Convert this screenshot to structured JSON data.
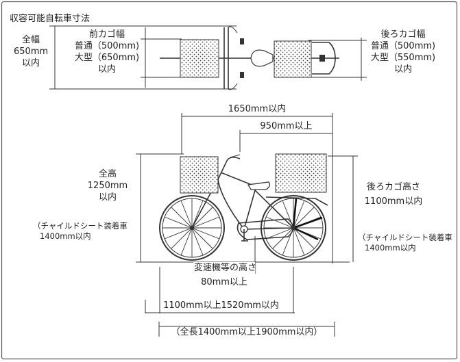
{
  "title": "収容可能自転車寸法",
  "top_view": {
    "full_width": {
      "label": "全幅",
      "value": "650mm",
      "suffix": "以内"
    },
    "front_basket": {
      "title": "前カゴ幅",
      "standard": "普通（500mm)",
      "large": "大型（650mm)",
      "suffix": "以内"
    },
    "rear_basket": {
      "title": "後ろカゴ幅",
      "standard": "普通（500mm)",
      "large": "大型（550mm)",
      "suffix": "以内"
    }
  },
  "side_view": {
    "wheelbase_max": "1650mm以内",
    "rear_reach_min": "950mm以上",
    "total_height": {
      "label": "全高",
      "value": "1250mm",
      "suffix": "以内"
    },
    "child_seat_left": {
      "label": "（チャイルドシート装着車",
      "value": "1400mm以内"
    },
    "rear_basket_height": {
      "label": "後ろカゴ高さ",
      "value": "1100mm以内"
    },
    "child_seat_right": {
      "label": "（チャイルドシート装着車",
      "value": "1400mm以内"
    },
    "gear_height": {
      "label": "変速機等の高さ",
      "value": "80mm以上"
    },
    "wheel_span": "1100mm以上1520mm以内",
    "total_length": "（全長1400mm以上1900mm以内）"
  }
}
